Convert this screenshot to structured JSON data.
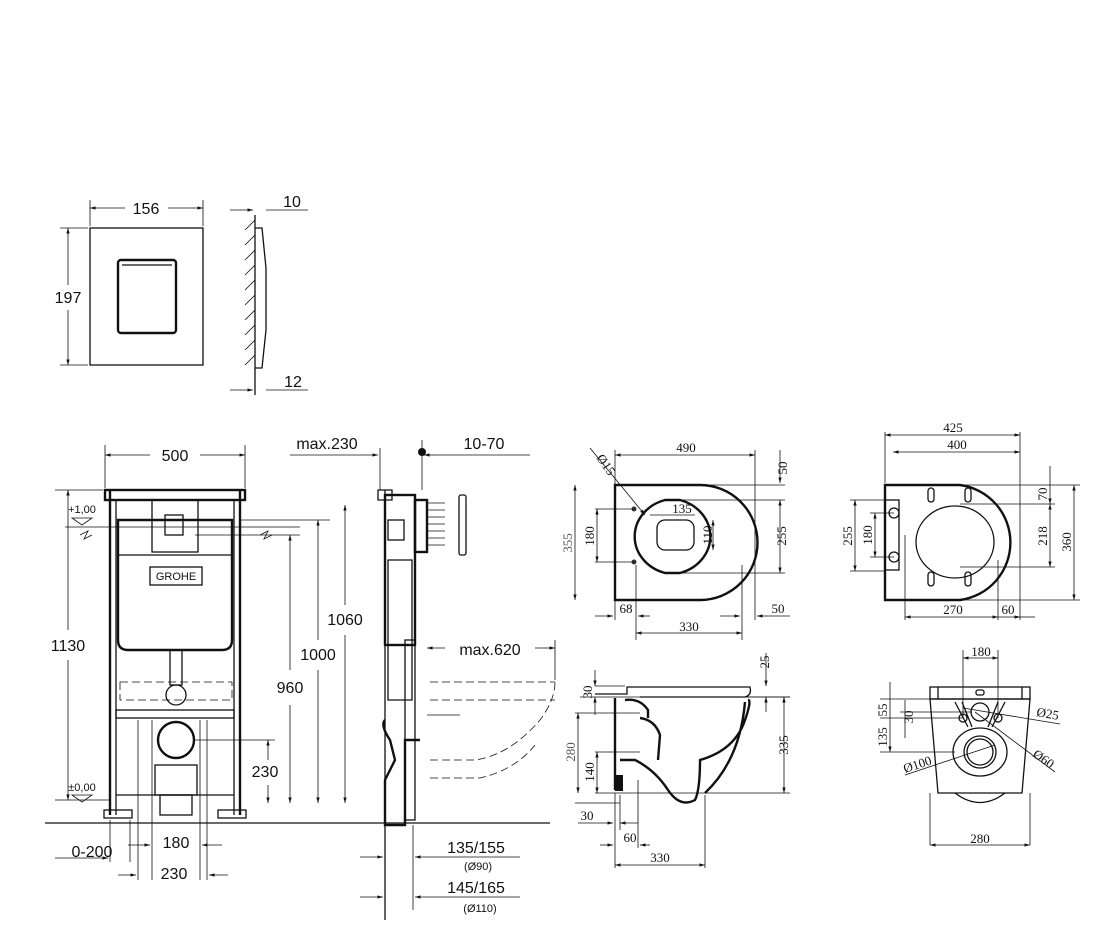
{
  "flush_plate": {
    "width": "156",
    "height": "197",
    "depth_top": "10",
    "depth_bottom": "12"
  },
  "frame": {
    "width": "500",
    "height": "1130",
    "level_top": "+1,00",
    "level_zero": "±0,00",
    "h_1060": "1060",
    "h_1000": "1000",
    "h_960": "960",
    "h_230": "230",
    "adj": "0-200",
    "w_180": "180",
    "w_230": "230",
    "brand": "GROHE"
  },
  "side": {
    "max_depth": "max.230",
    "plate_offset": "10-70",
    "max_reach": "max.620",
    "d1": "135/155",
    "d1_pipe": "(Ø90)",
    "d2": "145/165",
    "d2_pipe": "(Ø110)"
  },
  "bowl_top": {
    "length": "490",
    "hole": "Ø15",
    "d50_top": "50",
    "w355": "355",
    "w180": "180",
    "w135": "135",
    "h110": "110",
    "w255": "255",
    "d68": "68",
    "d330": "330",
    "d50_bottom": "50"
  },
  "seat_top": {
    "w425": "425",
    "w400": "400",
    "d70": "70",
    "w255": "255",
    "w180": "180",
    "w218": "218",
    "w360": "360",
    "d270": "270",
    "d60": "60"
  },
  "bowl_side": {
    "d25": "25",
    "d30": "30",
    "h280": "280",
    "h140": "140",
    "h335": "335",
    "b30": "30",
    "b60": "60",
    "b330": "330"
  },
  "bowl_front": {
    "w180": "180",
    "d55": "55",
    "d30": "30",
    "d135": "135",
    "dia25": "Ø25",
    "dia60": "Ø60",
    "dia100": "Ø100",
    "w280": "280"
  }
}
